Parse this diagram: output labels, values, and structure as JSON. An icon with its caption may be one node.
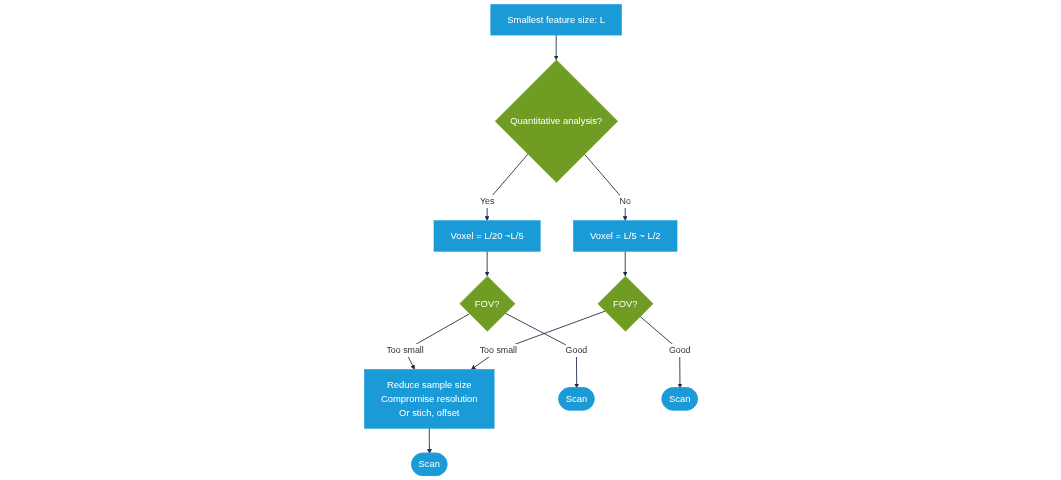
{
  "diagram": {
    "nodes": [
      {
        "text": [
          "Smallest feature size: L"
        ]
      },
      {
        "text": [
          "Quantitative analysis?"
        ]
      },
      {
        "text": [
          "Voxel = L/5 ~ L/2"
        ]
      },
      {
        "text": [
          "Voxel = L/20 ~L/5"
        ]
      },
      {
        "text": [
          "FOV?"
        ]
      },
      {
        "text": [
          "Reduce sample size",
          "Compromise resolution",
          "Or stich, offset"
        ]
      },
      {
        "text": [
          "FOV?"
        ]
      },
      {
        "text": [
          "Scan"
        ]
      },
      {
        "text": [
          "Scan"
        ]
      },
      {
        "text": [
          "Scan"
        ]
      }
    ],
    "edges": [
      {
        "from": 0,
        "to": 1,
        "arrow": "to"
      },
      {
        "from": 1,
        "to": 3,
        "arrow": "to",
        "label": "Yes"
      },
      {
        "from": 1,
        "to": 2,
        "arrow": "to",
        "label": "No"
      },
      {
        "from": 3,
        "to": 4,
        "arrow": "to"
      },
      {
        "from": 2,
        "to": 6,
        "arrow": "to"
      },
      {
        "from": 4,
        "to": 5,
        "arrow": "to",
        "label": "Too small"
      },
      {
        "from": 6,
        "to": 5,
        "arrow": "to",
        "label": "Too small"
      },
      {
        "from": 4,
        "to": 7,
        "arrow": "to",
        "label": "Good"
      },
      {
        "from": 5,
        "to": 8,
        "arrow": "to"
      },
      {
        "from": 6,
        "to": 9,
        "arrow": "to",
        "label": "Good"
      }
    ]
  }
}
